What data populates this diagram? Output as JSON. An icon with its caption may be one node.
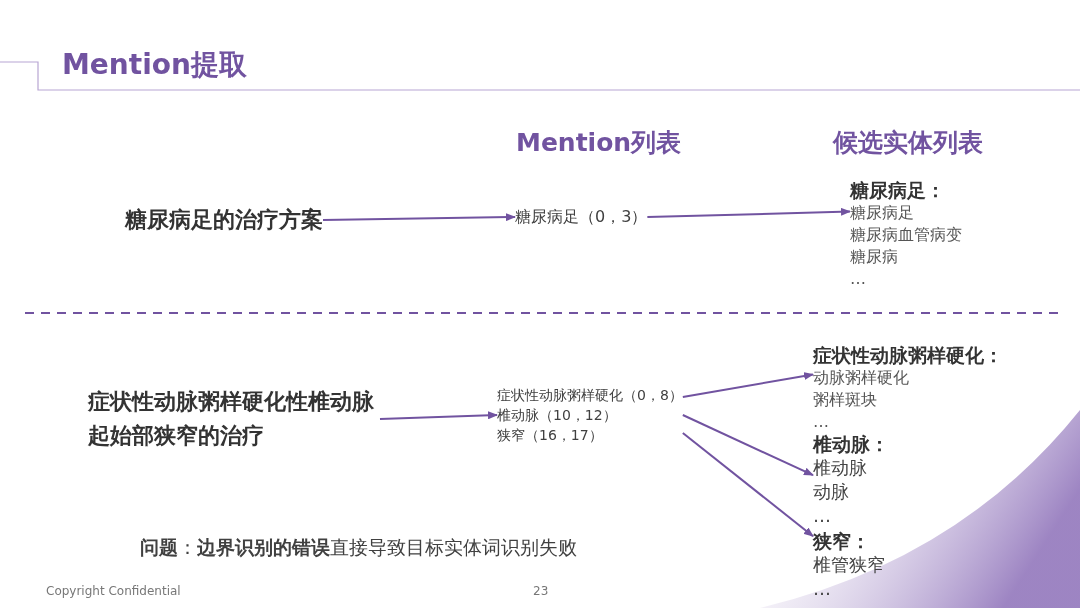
{
  "diagram": {
    "title": "Mention提取",
    "nodes": [
      {
        "text": [
          "糖尿病足的治疗方案"
        ]
      },
      {
        "text": [
          "糖尿病足（0，3）"
        ]
      },
      {
        "text": [
          "糖尿病足：",
          "糖尿病足",
          "糖尿病血管病变",
          "糖尿病",
          "…"
        ]
      },
      {
        "text": [
          "症状性动脉粥样硬化性椎动脉起始部狭窄的治疗"
        ]
      },
      {
        "text": [
          "症状性动脉粥样硬化（0，8）",
          "椎动脉（10，12）",
          "狭窄（16，17）"
        ]
      },
      {
        "text": [
          "症状性动脉粥样硬化：",
          "动脉粥样硬化",
          "粥样斑块",
          "…"
        ]
      },
      {
        "text": [
          "椎动脉：",
          "椎动脉",
          "动脉",
          "…"
        ]
      },
      {
        "text": [
          "狭窄：",
          "椎管狭窄",
          "…"
        ]
      }
    ],
    "edges": [
      {
        "from": 0,
        "to": 1,
        "arrow": "to"
      },
      {
        "from": 1,
        "to": 2,
        "arrow": "to"
      },
      {
        "from": 3,
        "to": 4,
        "arrow": "to"
      },
      {
        "from": 4,
        "to": 5,
        "arrow": "to"
      },
      {
        "from": 4,
        "to": 6,
        "arrow": "to"
      },
      {
        "from": 4,
        "to": 7,
        "arrow": "to"
      }
    ],
    "labels": [
      "Mention列表",
      "候选实体列表",
      "**问题**：**边界识别的错误**直接导致目标实体词识别失败",
      "Copyright Confidential",
      "23"
    ]
  }
}
